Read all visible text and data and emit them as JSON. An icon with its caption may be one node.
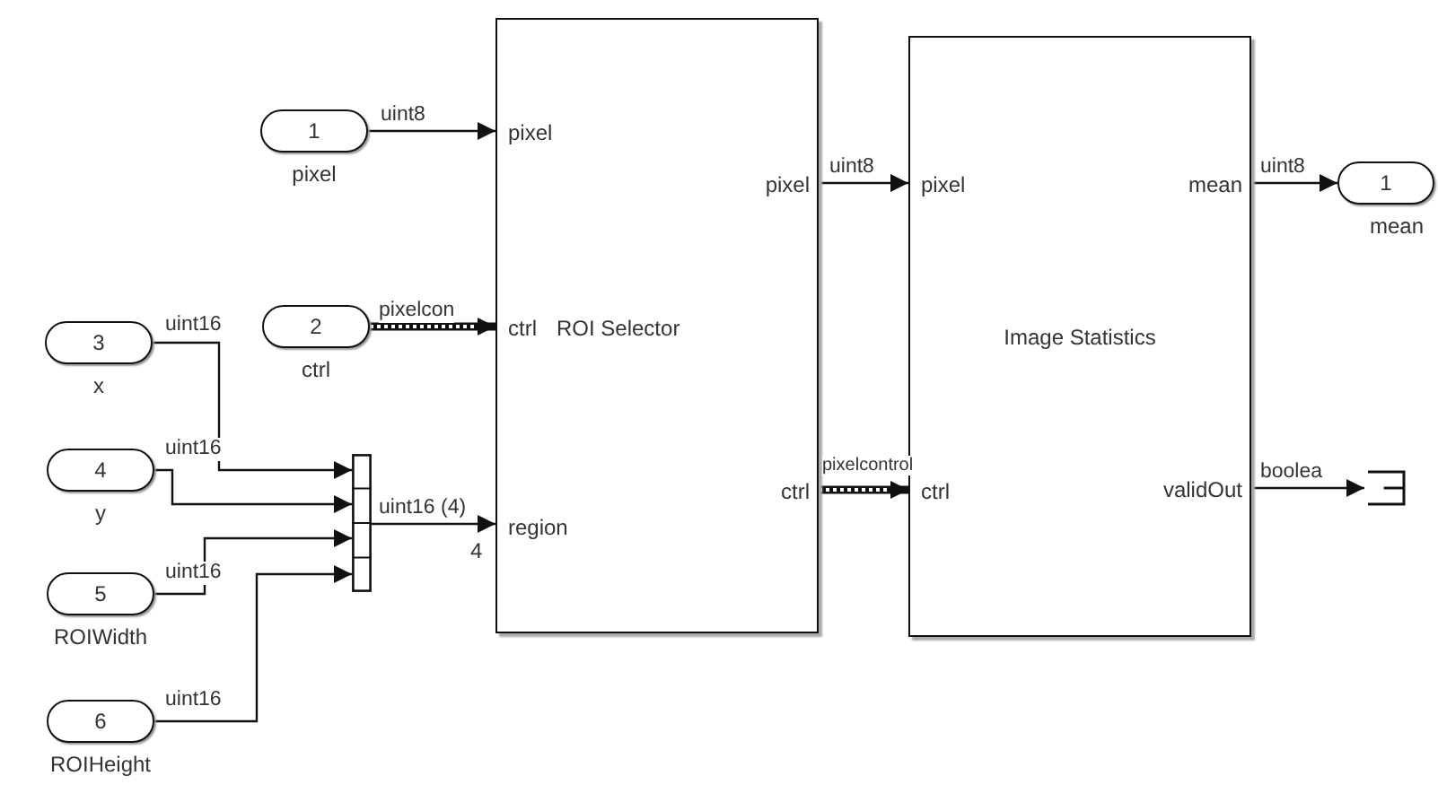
{
  "diagram": {
    "nodes": [
      {
        "text": [
          "1"
        ],
        "beside": [
          "pixel"
        ]
      },
      {
        "text": [
          "2"
        ],
        "beside": [
          "ctrl"
        ]
      },
      {
        "text": [
          "3"
        ],
        "beside": [
          "x"
        ]
      },
      {
        "text": [
          "4"
        ],
        "beside": [
          "y"
        ]
      },
      {
        "text": [
          "5"
        ],
        "beside": [
          "ROIWidth"
        ]
      },
      {
        "text": [
          "6"
        ],
        "beside": [
          "ROIHeight"
        ]
      },
      {
        "text": [],
        "shape": "bar"
      },
      {
        "text": [
          "pixel",
          "ctrl",
          "ROI Selector",
          "region",
          "pixel",
          "ctrl"
        ]
      },
      {
        "text": [
          "pixel",
          "Image Statistics",
          "ctrl",
          "mean",
          "validOut"
        ]
      },
      {
        "text": [
          "1"
        ],
        "beside": [
          "mean"
        ]
      },
      {
        "text": [],
        "shape": "box"
      }
    ],
    "edges": [
      {
        "from": 0,
        "to": 7,
        "arrow": "to",
        "label": "uint8"
      },
      {
        "from": 1,
        "to": 7,
        "arrow": "to",
        "label": "pixelcon",
        "style": "thick"
      },
      {
        "from": 2,
        "to": 6,
        "arrow": "to",
        "label": "uint16"
      },
      {
        "from": 3,
        "to": 6,
        "arrow": "to",
        "label": "uint16"
      },
      {
        "from": 4,
        "to": 6,
        "arrow": "to",
        "label": "uint16"
      },
      {
        "from": 5,
        "to": 6,
        "arrow": "to",
        "label": "uint16"
      },
      {
        "from": 6,
        "to": 7,
        "arrow": "to",
        "label": "uint16 (4)"
      },
      {
        "from": 7,
        "to": 8,
        "arrow": "to",
        "label": "uint8"
      },
      {
        "from": 7,
        "to": 8,
        "arrow": "to",
        "label": "pixelcontrol",
        "style": "thick"
      },
      {
        "from": 8,
        "to": 9,
        "arrow": "to",
        "label": "uint8"
      },
      {
        "from": 8,
        "to": 10,
        "arrow": "to",
        "label": "boolea"
      }
    ],
    "labels": [
      "4"
    ]
  }
}
